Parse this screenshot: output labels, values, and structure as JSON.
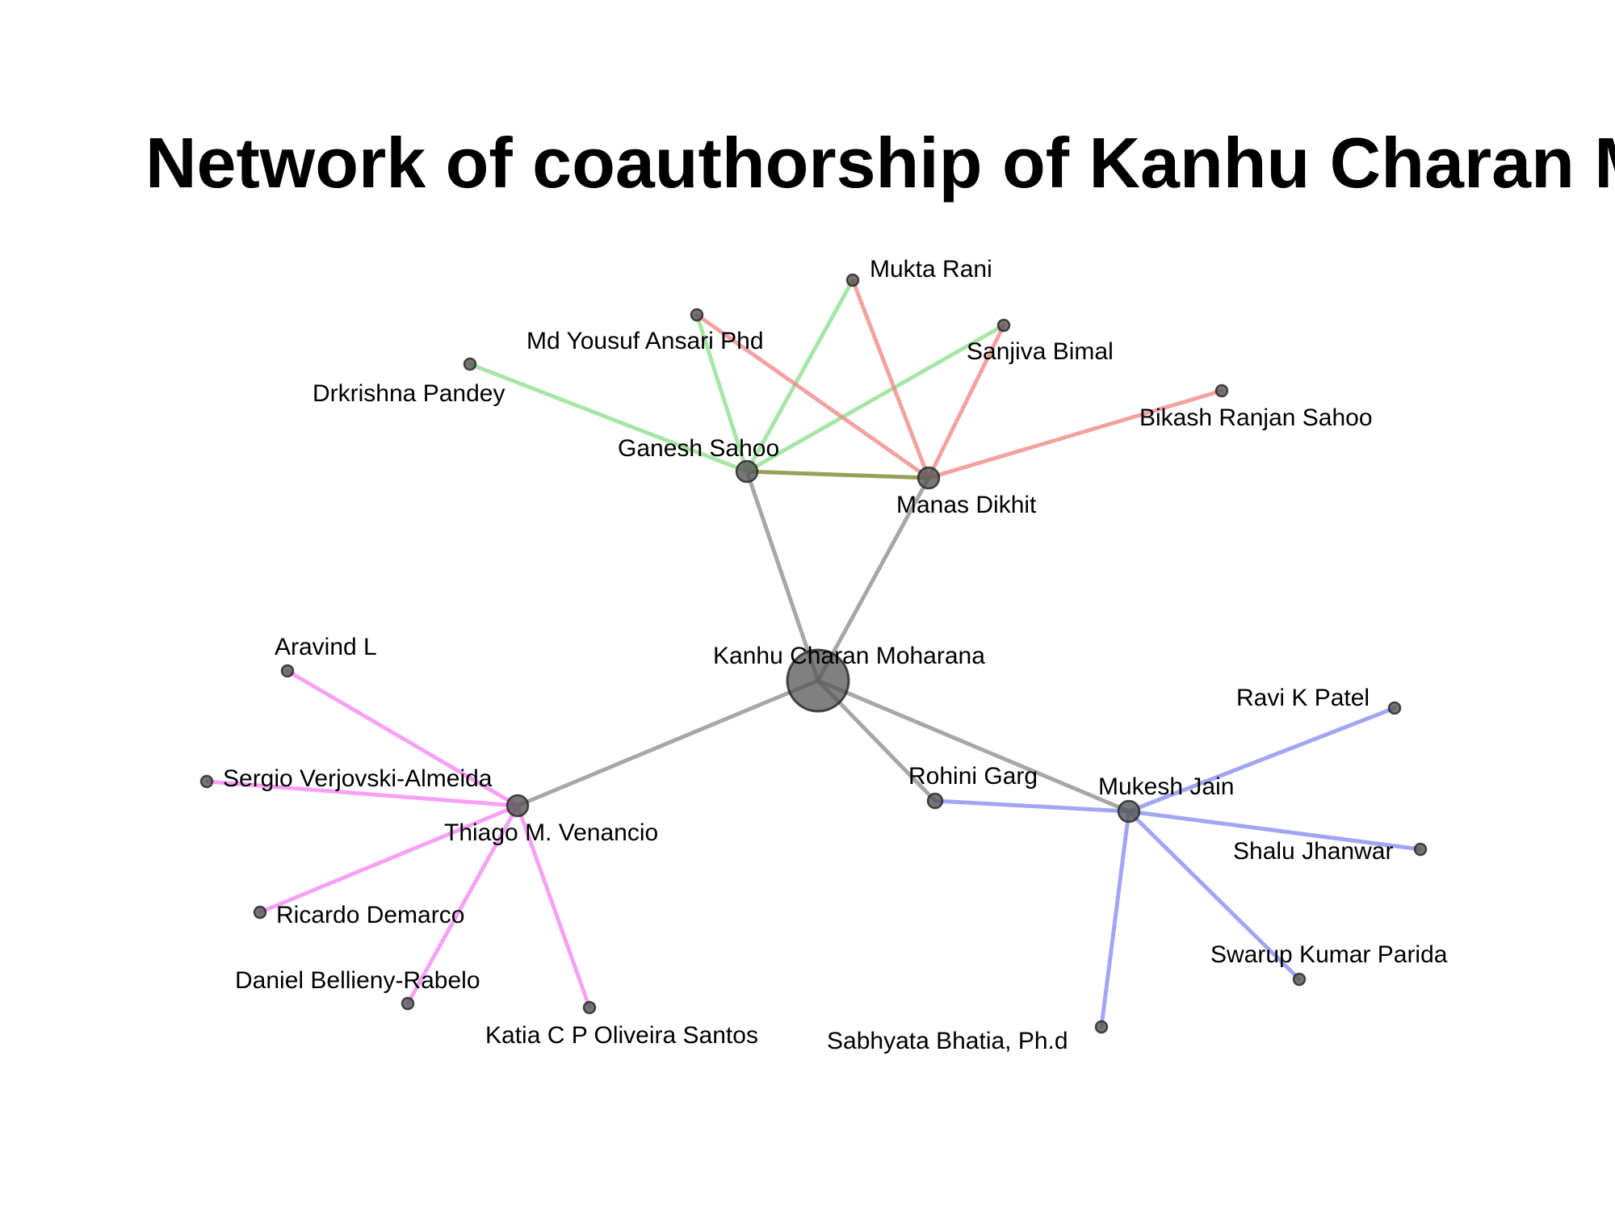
{
  "title": "Network of coauthorship of Kanhu Charan Moharana",
  "colors": {
    "node_fill": "#555555",
    "node_stroke": "#222222",
    "edge_center": "#8a8a8a",
    "edge_green": "#90e090",
    "edge_red": "#f08a8a",
    "edge_olive": "#7a8a30",
    "edge_magenta": "#f48af4",
    "edge_blue": "#8a8ef0"
  },
  "nodes": [
    {
      "id": "kanhu",
      "label": "Kanhu Charan Moharana",
      "role": "center"
    },
    {
      "id": "ganesh",
      "label": "Ganesh Sahoo",
      "role": "hub"
    },
    {
      "id": "manas",
      "label": "Manas Dikhit",
      "role": "hub"
    },
    {
      "id": "thiago",
      "label": "Thiago M. Venancio",
      "role": "hub"
    },
    {
      "id": "mukesh",
      "label": "Mukesh Jain",
      "role": "hub"
    },
    {
      "id": "rohini",
      "label": "Rohini Garg",
      "role": "leaf"
    },
    {
      "id": "mukta",
      "label": "Mukta Rani",
      "role": "leaf"
    },
    {
      "id": "yousuf",
      "label": "Md Yousuf Ansari Phd",
      "role": "leaf"
    },
    {
      "id": "sanjiva",
      "label": "Sanjiva Bimal",
      "role": "leaf"
    },
    {
      "id": "drkrishna",
      "label": "Drkrishna Pandey",
      "role": "leaf"
    },
    {
      "id": "bikash",
      "label": "Bikash Ranjan Sahoo",
      "role": "leaf"
    },
    {
      "id": "aravind",
      "label": "Aravind L",
      "role": "leaf"
    },
    {
      "id": "sergio",
      "label": "Sergio Verjovski-Almeida",
      "role": "leaf"
    },
    {
      "id": "ricardo",
      "label": "Ricardo Demarco",
      "role": "leaf"
    },
    {
      "id": "daniel",
      "label": "Daniel Bellieny-Rabelo",
      "role": "leaf"
    },
    {
      "id": "katia",
      "label": "Katia C P Oliveira Santos",
      "role": "leaf"
    },
    {
      "id": "ravi",
      "label": "Ravi K Patel",
      "role": "leaf"
    },
    {
      "id": "shalu",
      "label": "Shalu Jhanwar",
      "role": "leaf"
    },
    {
      "id": "swarup",
      "label": "Swarup Kumar Parida",
      "role": "leaf"
    },
    {
      "id": "sabhyata",
      "label": "Sabhyata Bhatia, Ph.d",
      "role": "leaf"
    }
  ],
  "edges": [
    {
      "from": "kanhu",
      "to": "ganesh",
      "color": "edge_center"
    },
    {
      "from": "kanhu",
      "to": "manas",
      "color": "edge_center"
    },
    {
      "from": "kanhu",
      "to": "thiago",
      "color": "edge_center"
    },
    {
      "from": "kanhu",
      "to": "rohini",
      "color": "edge_center"
    },
    {
      "from": "kanhu",
      "to": "mukesh",
      "color": "edge_center"
    },
    {
      "from": "ganesh",
      "to": "manas",
      "color": "edge_olive"
    },
    {
      "from": "ganesh",
      "to": "mukta",
      "color": "edge_green"
    },
    {
      "from": "ganesh",
      "to": "yousuf",
      "color": "edge_green"
    },
    {
      "from": "ganesh",
      "to": "sanjiva",
      "color": "edge_green"
    },
    {
      "from": "ganesh",
      "to": "drkrishna",
      "color": "edge_green"
    },
    {
      "from": "manas",
      "to": "mukta",
      "color": "edge_red"
    },
    {
      "from": "manas",
      "to": "yousuf",
      "color": "edge_red"
    },
    {
      "from": "manas",
      "to": "sanjiva",
      "color": "edge_red"
    },
    {
      "from": "manas",
      "to": "bikash",
      "color": "edge_red"
    },
    {
      "from": "thiago",
      "to": "aravind",
      "color": "edge_magenta"
    },
    {
      "from": "thiago",
      "to": "sergio",
      "color": "edge_magenta"
    },
    {
      "from": "thiago",
      "to": "ricardo",
      "color": "edge_magenta"
    },
    {
      "from": "thiago",
      "to": "daniel",
      "color": "edge_magenta"
    },
    {
      "from": "thiago",
      "to": "katia",
      "color": "edge_magenta"
    },
    {
      "from": "mukesh",
      "to": "rohini",
      "color": "edge_blue"
    },
    {
      "from": "mukesh",
      "to": "ravi",
      "color": "edge_blue"
    },
    {
      "from": "mukesh",
      "to": "shalu",
      "color": "edge_blue"
    },
    {
      "from": "mukesh",
      "to": "swarup",
      "color": "edge_blue"
    },
    {
      "from": "mukesh",
      "to": "sabhyata",
      "color": "edge_blue"
    }
  ]
}
